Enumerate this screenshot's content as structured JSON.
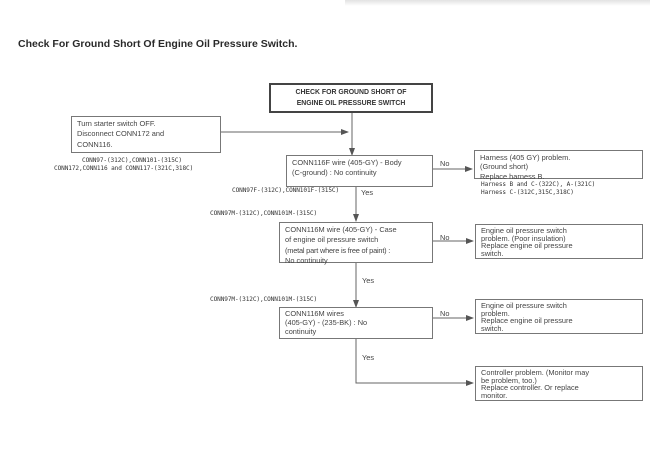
{
  "heading": "Check For Ground Short Of Engine Oil Pressure Switch.",
  "flow": {
    "title": [
      "CHECK FOR GROUND SHORT OF",
      "ENGINE OIL PRESSURE SWITCH"
    ],
    "prep": {
      "lines": [
        "Turn starter switch OFF.",
        "Disconnect CONN172 and",
        "CONN116."
      ],
      "notes": [
        "CONN97-(312C),CONN101-(315C)",
        "CONN172,CONN116 and CONN117-(321C,318C)"
      ]
    },
    "steps": [
      {
        "connector_note": "",
        "lines": [
          "CONN116F wire (405-GY) - Body",
          "(C-ground) : No continuity"
        ],
        "after_note": "CONN97F-(312C),CONN101F-(315C)",
        "yes_label": "Yes",
        "no_label": "No",
        "result": {
          "lines": [
            "Harness (405 GY) problem.",
            "(Ground short)",
            "Replace harness B."
          ],
          "notes": [
            "Harness B and C-(322C), A-(321C)",
            "Harness C-(312C,315C,318C)"
          ]
        }
      },
      {
        "connector_note": "CONN97M-(312C),CONN101M-(315C)",
        "lines": [
          "CONN116M wire (405-GY) - Case",
          "of engine oil pressure switch",
          "(metal part where is free of paint) :",
          "No continuity"
        ],
        "yes_label": "Yes",
        "no_label": "No",
        "result": {
          "lines": [
            "Engine oil pressure switch",
            "problem. (Poor insulation)",
            "Replace engine oil pressure",
            "switch."
          ]
        }
      },
      {
        "connector_note": "CONN97M-(312C),CONN101M-(315C)",
        "lines": [
          "CONN116M wires",
          "(405-GY) - (235-BK) : No",
          "continuity"
        ],
        "yes_label": "Yes",
        "no_label": "No",
        "result": {
          "lines": [
            "Engine oil pressure switch",
            "problem.",
            "Replace engine oil pressure",
            "switch."
          ]
        }
      }
    ],
    "final": {
      "lines": [
        "Controller problem. (Monitor may",
        "be problem, too.)",
        "Replace controller. Or replace",
        "monitor."
      ]
    }
  },
  "colors": {
    "line": "#666666",
    "border": "#777777",
    "text": "#444444"
  }
}
